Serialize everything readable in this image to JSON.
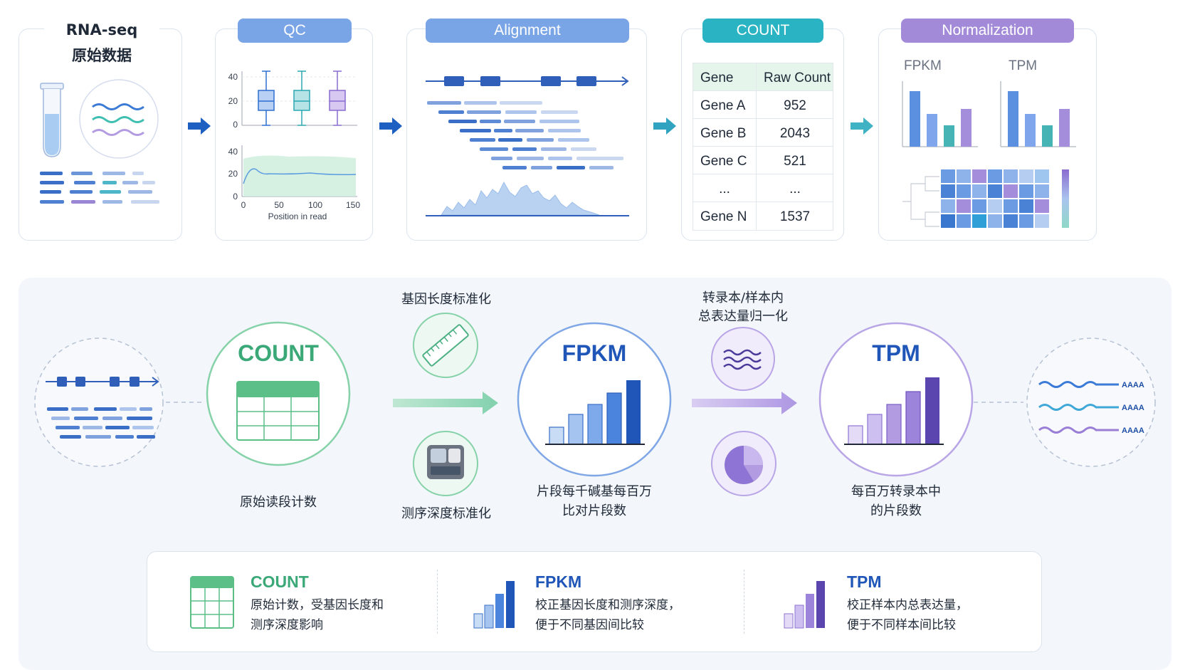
{
  "top": {
    "raw": {
      "line1": "RNA-seq",
      "line2": "原始数据"
    },
    "qc": {
      "title": "QC",
      "box_ticks": [
        "40",
        "20",
        "0"
      ],
      "line_ticks": [
        "40",
        "20",
        "0"
      ],
      "x_ticks": [
        "0",
        "50",
        "100",
        "150"
      ],
      "xlabel": "Position in read"
    },
    "alignment": {
      "title": "Alignment"
    },
    "count": {
      "title": "COUNT",
      "headers": [
        "Gene",
        "Raw Count"
      ],
      "rows": [
        {
          "gene": "Gene A",
          "count": "952"
        },
        {
          "gene": "Gene B",
          "count": "2043"
        },
        {
          "gene": "Gene C",
          "count": "521"
        },
        {
          "gene": "...",
          "count": "..."
        },
        {
          "gene": "Gene N",
          "count": "1537"
        }
      ]
    },
    "normalization": {
      "title": "Normalization",
      "fpkm": "FPKM",
      "tpm": "TPM"
    }
  },
  "flow": {
    "count": {
      "title": "COUNT",
      "desc": "原始读段计数"
    },
    "step1": {
      "top": "基因长度标准化",
      "bottom": "测序深度标准化"
    },
    "fpkm": {
      "title": "FPKM",
      "desc1": "片段每千碱基每百万",
      "desc2": "比对片段数"
    },
    "step2": {
      "top1": "转录本/样本内",
      "top2": "总表达量归一化"
    },
    "tpm": {
      "title": "TPM",
      "desc1": "每百万转录本中",
      "desc2": "的片段数"
    },
    "transcripts": [
      "AAAA",
      "AAAA",
      "AAAA"
    ]
  },
  "summary": [
    {
      "title": "COUNT",
      "line1": "原始计数，受基因长度和",
      "line2": "测序深度影响",
      "color": "#3aa877"
    },
    {
      "title": "FPKM",
      "line1": "校正基因长度和测序深度，",
      "line2": "便于不同基因间比较",
      "color": "#1f5fbf"
    },
    {
      "title": "TPM",
      "line1": "校正样本内总表达量，",
      "line2": "便于不同样本间比较",
      "color": "#1f5fbf"
    }
  ],
  "colors": {
    "blue": "#2f6fd0",
    "teal": "#39b3c2",
    "green": "#4cbf8e",
    "purple": "#9b7fd6",
    "navy": "#1e4fa8"
  }
}
